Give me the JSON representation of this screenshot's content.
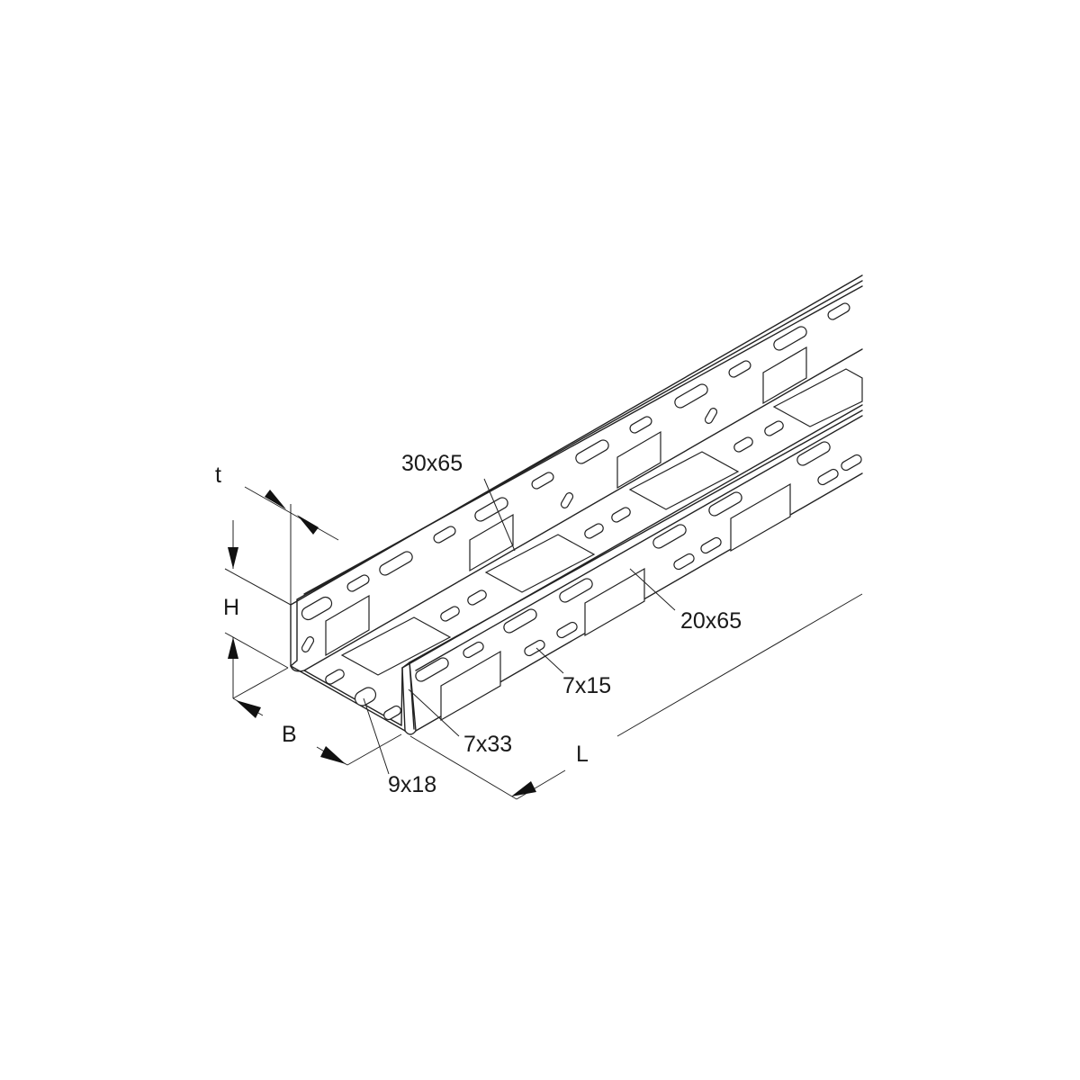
{
  "dimension_labels": {
    "thickness": "t",
    "height": "H",
    "width": "B",
    "length": "L"
  },
  "hole_labels": {
    "base_large": "30x65",
    "side_large": "20x65",
    "small_slot": "7x15",
    "long_slot": "7x33",
    "end_slot": "9x18"
  },
  "colors": {
    "line": "#222222",
    "background": "#ffffff"
  }
}
